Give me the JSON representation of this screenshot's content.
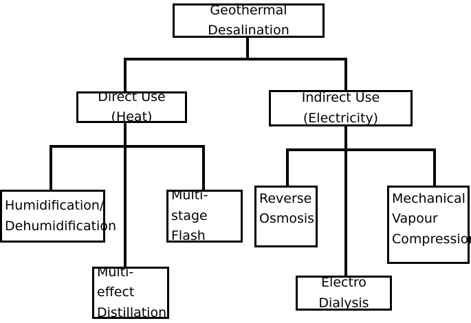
{
  "nodes": {
    "root": "Geothermal Desalination",
    "direct_use": "Direct Use (Heat)",
    "indirect_use": "Indirect Use (Electricity)",
    "humidification": "Humidification/\nDehumidification",
    "multi_effect": "Multi-effect\nDistillation",
    "multi_stage": "Multi-stage\nFlash",
    "reverse_osmosis": "Reverse\nOsmosis",
    "electro_dialysis": "Electro Dialysis",
    "mechanical_vapour": "Mechanical\nVapour\nCompression"
  },
  "colors": {
    "line": "#000000",
    "box_border": "#000000",
    "background": "#ffffff"
  }
}
